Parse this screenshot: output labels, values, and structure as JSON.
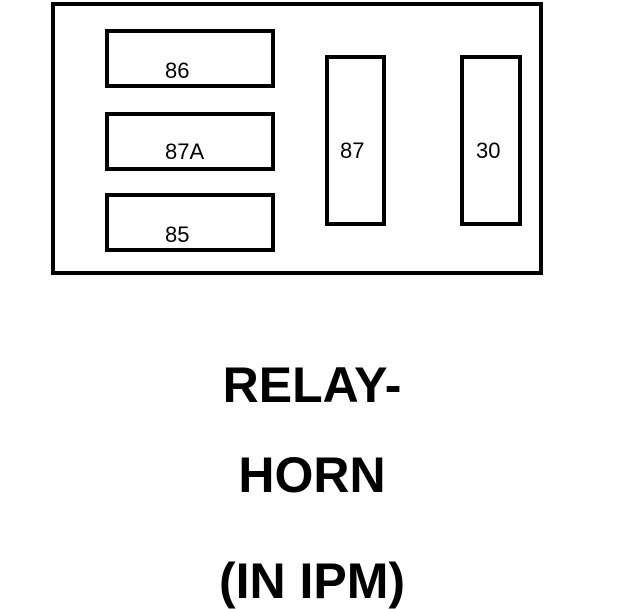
{
  "relay": {
    "terminals": [
      {
        "id": "86",
        "label": "86"
      },
      {
        "id": "87a",
        "label": "87A"
      },
      {
        "id": "85",
        "label": "85"
      },
      {
        "id": "87",
        "label": "87"
      },
      {
        "id": "30",
        "label": "30"
      }
    ]
  },
  "caption": {
    "line1": "RELAY-",
    "line2": "HORN",
    "line3": "(IN IPM)"
  }
}
